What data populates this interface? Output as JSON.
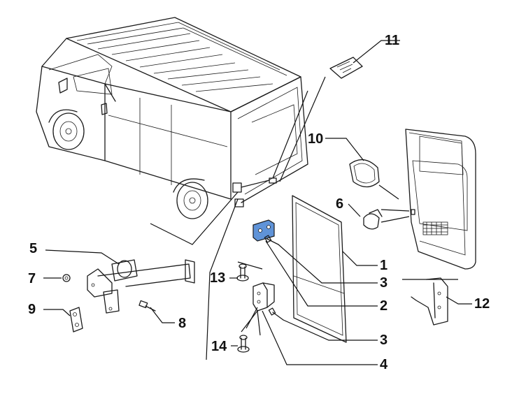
{
  "callouts": {
    "c1": "1",
    "c2": "2",
    "c3a": "3",
    "c3b": "3",
    "c4": "4",
    "c5": "5",
    "c6": "6",
    "c7": "7",
    "c8": "8",
    "c9": "9",
    "c10": "10",
    "c11": "11",
    "c12": "12",
    "c13": "13",
    "c14": "14"
  },
  "colors": {
    "highlight": "#5f93d8",
    "line": "#1a1a1a"
  }
}
